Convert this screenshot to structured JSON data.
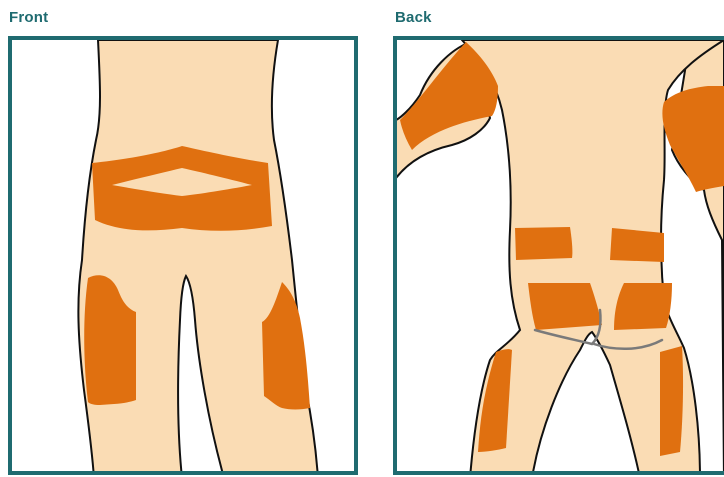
{
  "front": {
    "title": "Front"
  },
  "back": {
    "title": "Back"
  },
  "colors": {
    "frame": "#1f6b70",
    "skin": "#fadcb4",
    "injection_site": "#e07010",
    "outline": "#111111",
    "crease": "#7a7a7a",
    "background": "#ffffff"
  },
  "regions": {
    "front": [
      "abdomen-band",
      "left-thigh",
      "right-thigh"
    ],
    "back": [
      "left-upper-arm",
      "right-upper-arm",
      "left-upper-buttock",
      "right-upper-buttock",
      "left-lower-buttock",
      "right-lower-buttock",
      "left-back-thigh",
      "right-back-thigh"
    ]
  }
}
